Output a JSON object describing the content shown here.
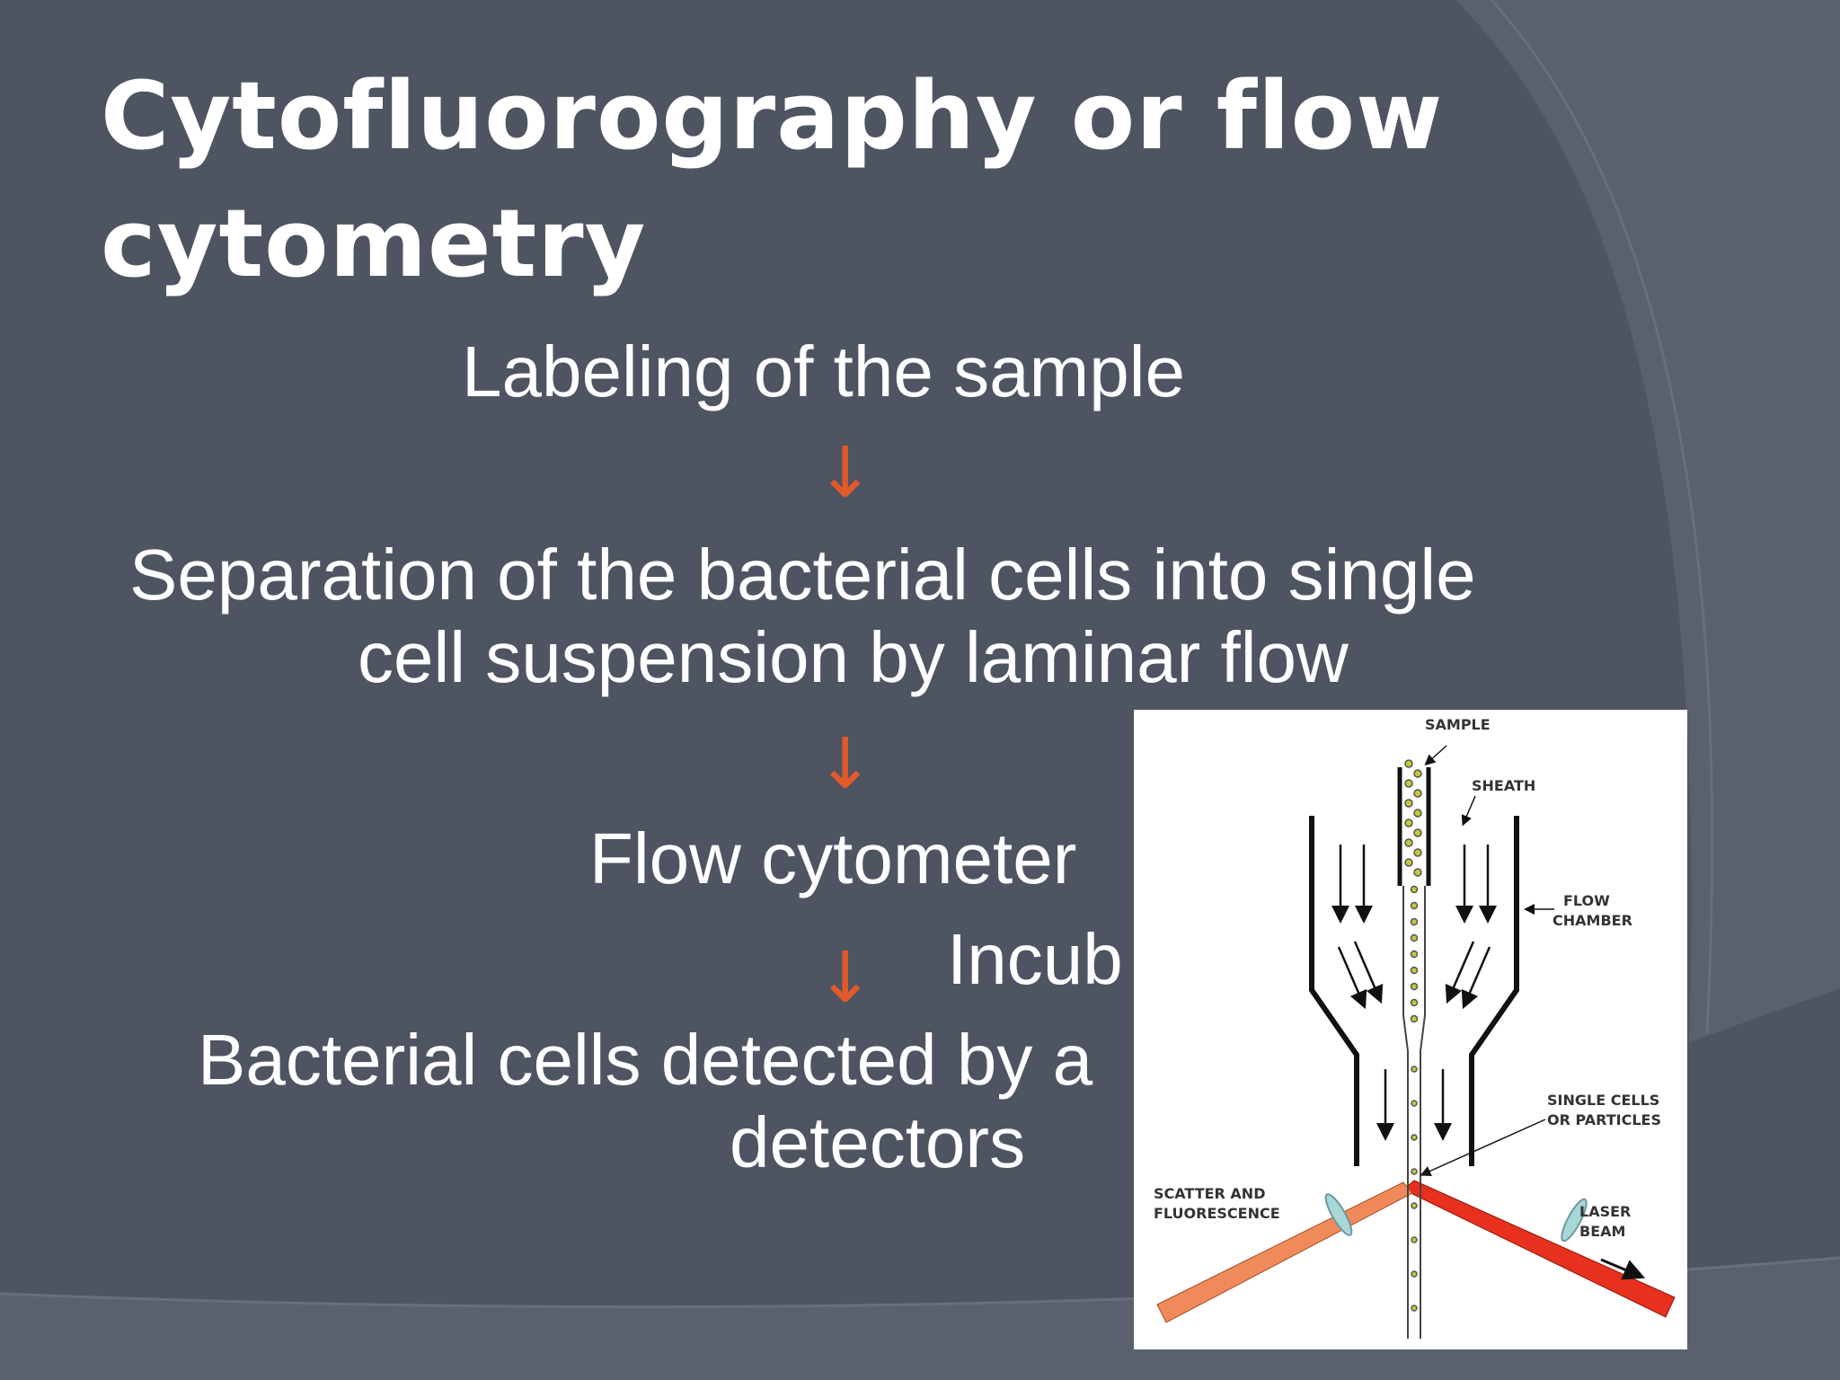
{
  "slide": {
    "title_line1": "Cytofluorography or flow",
    "title_line2": "cytometry",
    "arrow_glyph": "↓",
    "steps": {
      "step1": "Labeling of the sample",
      "step2_line1": "Separation of the bacterial cells into single",
      "step2_line2": "cell suspension by laminar flow",
      "step3": "Flow cytometer",
      "step3b": "Incub",
      "step4_line1": "Bacterial cells detected by a",
      "step4_line2": "detectors"
    },
    "colors": {
      "background": "#4e5462",
      "text": "#ffffff",
      "arrow": "#e05a2a"
    }
  },
  "figure": {
    "labels": {
      "sample": "SAMPLE",
      "sheath": "SHEATH",
      "flow_chamber_1": "FLOW",
      "flow_chamber_2": "CHAMBER",
      "single_cells_1": "SINGLE CELLS",
      "single_cells_2": "OR PARTICLES",
      "scatter_1": "SCATTER AND",
      "scatter_2": "FLUORESCENCE",
      "laser_1": "LASER",
      "laser_2": "BEAM"
    },
    "colors": {
      "laser": "#e8301e",
      "scatter": "#f08a5a",
      "lens": "#a9d6d8",
      "cell": "#c7c63a"
    }
  }
}
